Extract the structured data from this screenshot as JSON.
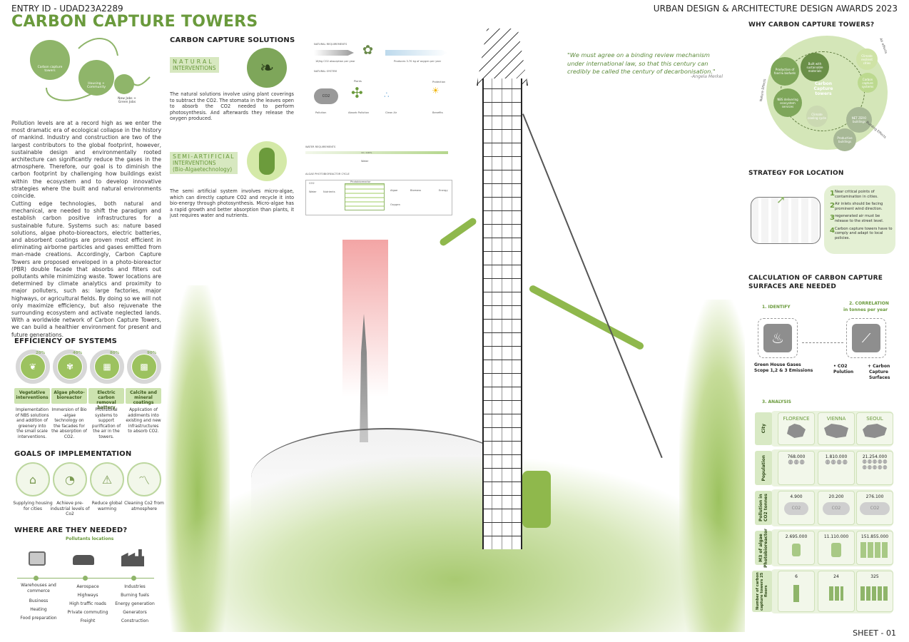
{
  "header": {
    "entry_id": "ENTRY ID - UDAD23A2289",
    "title": "CARBON CAPTURE TOWERS",
    "award": "URBAN DESIGN & ARCHITECTURE DESIGN AWARDS 2023",
    "sheet": "SHEET - 01"
  },
  "cycle": {
    "node1": "Carbon capture towers",
    "node2": "Housing + Community",
    "node3_caption": "New Jobs + Green Jobs"
  },
  "intro": {
    "p1": "Pollution levels are at a record high as we enter the most dramatic era of ecological collapse in the history of mankind. Industry and construction are two of the largest contributors to the global footprint, however, sustainable design and environmentally rooted architecture can significantly reduce the gases in the atmosphere. Therefore, our goal is to diminish the carbon footprint by challenging how buildings exist within the ecosystem and to develop innovative strategies where the built and natural environments coincide.",
    "p2": "Cutting edge technologies, both natural and mechanical, are needed to shift the paradigm and establish carbon positive infrastructures for a sustainable future. Systems such as: nature based solutions, algae photo-bioreactors, electric batteries, and absorbent coatings are proven most efficient in eliminating airborne particles and gases emitted from man-made creations. Accordingly, Carbon Capture Towers are proposed enveloped in a photo-bioreactor (PBR) double facade that absorbs and filters out pollutants while minimizing waste. Tower locations are determined by climate analytics and proximity to major polluters, such as: large factories, major highways, or agricultural fields. By doing so we will not only maximize efficiency, but also rejuvenate the surrounding ecosystem and activate neglected lands. With a worldwide network of Carbon Capture Towers, we can build a healthier environment for present and future generations."
  },
  "efficiency": {
    "title": "EFFICIENCY OF SYSTEMS",
    "items": [
      {
        "pct": "20%",
        "label": "Vegetative interventions",
        "desc": "Implementation of NBS solutions and addition of greenery into the small scale interventions."
      },
      {
        "pct": "40%",
        "label": "Algae photo-bioreactor",
        "desc": "Immersion of Bio -algae technology on the facades for the absorption of CO2."
      },
      {
        "pct": "80%",
        "label": "Electric carbon removal battery",
        "desc": "Provisional systems to support purification of the air in the towers."
      },
      {
        "pct": "90%",
        "label": "Calcite and mineral coatings",
        "desc": "Application of addiments into existing and new infrastructures to absorb CO2."
      }
    ]
  },
  "goals": {
    "title": "GOALS OF IMPLEMENTATION",
    "items": [
      {
        "label": "Supplying housing for cities"
      },
      {
        "label": "Achieve pre-industrial levels of Co2"
      },
      {
        "label": "Reduce global warming"
      },
      {
        "label": "Cleaning Co2 from atmosphere"
      }
    ]
  },
  "where": {
    "title": "WHERE ARE THEY NEEDED?",
    "subtitle": "Pollutants locations",
    "columns": [
      [
        "Warehouses and commerce",
        "Business",
        "Heating",
        "Food preparation"
      ],
      [
        "Aerospace",
        "Highways",
        "High traffic roads",
        "Private commuting",
        "Freight"
      ],
      [
        "Industries",
        "Burning fuels",
        "Energy generation",
        "Generators",
        "Construction"
      ]
    ]
  },
  "solutions": {
    "title": "CARBON CAPTURE SOLUTIONS",
    "natural_label_1": "NATURAL",
    "natural_label_2": "INTERVENTIONS",
    "natural_text": "The natural solutions involve using plant coverings to subtract the CO2. The stomata in the leaves open to absorb the CO2 needed to perform photosynthesis. And afterwards they release the oxygen produced.",
    "semi_label_1": "SEMI-ARTIFICIAL",
    "semi_label_2": "INTERVENTIONS",
    "semi_label_3": "(Bio-Algaetechnology)",
    "semi_text": "The semi artificial system involves micro-algae, which can directly capture CO2 and recycle it into bio-energy through photosynthesis. Micro-algae has a rapid growth and better absorption than plants, it just requires water and nutrients.",
    "natural_requirements": "NATURAL REQUIREMENTS",
    "req_left": "16/kg CO2 absorption per year",
    "req_right": "Produces 3.70 kg of oxygen per year",
    "natural_system": "NATURAL SYSTEM",
    "system_steps": [
      "Pollution",
      "Absorb Pollution",
      "Clean Air",
      "Benefits"
    ],
    "system_co2": "CO2",
    "system_plants": "Plants",
    "system_protection": "Protection",
    "water_requirements": "WATER REQUIREMENTS",
    "water_value": "10 / 100%",
    "water_label": "Water",
    "algae_cycle": "ALGAE PHOTOBIOREACTOR CYCLE",
    "algae_photobioreactor": "Photobioreactor",
    "algae_steps": [
      "Water",
      "Nutrients",
      "Algae",
      "Biomass",
      "Oxygen",
      "Energy"
    ],
    "algae_co2": "CO2"
  },
  "quote": {
    "text": "\"We must agree on a binding review mechanism under international law, so that this century can credibly be called the century of decarbonisation.\"",
    "author": "-Angela Merkel"
  },
  "why": {
    "title": "WHY CARBON CAPTURE TOWERS?",
    "center": "Carbon Capture towers",
    "bubbles": [
      "Production of food & biofuels",
      "Built with sustainable materials",
      "NBS delivering ecosystem services",
      "Climate cooling cycle",
      "NET ZERO buildings",
      "Productive buildings",
      "Climate resilient cities",
      "Carbon capture systems"
    ],
    "side_labels": [
      "Air effects",
      "Nature Effects",
      "Building Effects"
    ]
  },
  "strategy": {
    "title": "STRATEGY FOR LOCATION",
    "items": [
      {
        "num": "1",
        "text": "Near critical points of contamination in cities."
      },
      {
        "num": "2",
        "text": "Air inlets should be facing prominent wind direction."
      },
      {
        "num": "3",
        "text": "regenerated air must be release to the street level."
      },
      {
        "num": "4",
        "text": "Carbon capture towers have to comply and adapt to local policies."
      }
    ]
  },
  "calc": {
    "title_1": "CALCULATION OF CARBON CAPTURE",
    "title_2": "SURFACES ARE NEEDED",
    "step1": "1. IDENTIFY",
    "step2_1": "2. CORRELATION",
    "step2_2": "in tonnes per year",
    "ghg_1": "Green House Gases",
    "ghg_2": "Scope 1,2 & 3 Emissions",
    "co2_1": "• CO2",
    "co2_2": "Polution",
    "carbon_1": "+ Carbon",
    "carbon_2": "Capture",
    "carbon_3": "Surfaces",
    "step3": "3. ANALYSIS",
    "co2_badge": "CO2",
    "rows": [
      "City",
      "Population",
      "Pollution in CO2 tonnes",
      "M3 of algae Photobioreactor",
      "Number of carbon capture towers 25 floors"
    ],
    "cities": [
      {
        "name": "FLORENCE",
        "population": "768.000",
        "pollution": "4.900",
        "algae": "2.695.000",
        "towers": "6"
      },
      {
        "name": "VIENNA",
        "population": "1.810.000",
        "pollution": "20.200",
        "algae": "11.110.000",
        "towers": "24"
      },
      {
        "name": "SEOUL",
        "population": "21.254.000",
        "pollution": "276.100",
        "algae": "151.855.000",
        "towers": "325"
      }
    ]
  }
}
